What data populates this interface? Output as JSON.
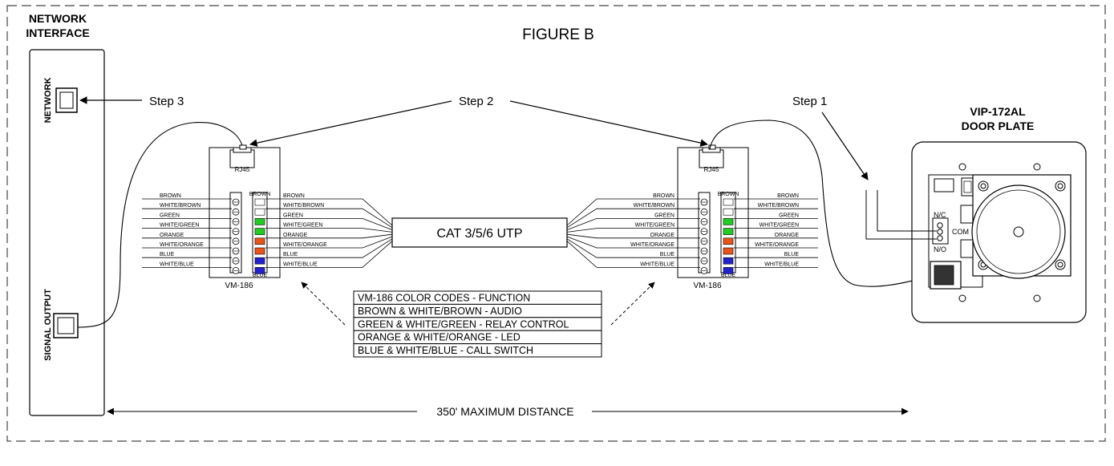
{
  "figure_title": "FIGURE B",
  "network_interface": {
    "title_line1": "NETWORK",
    "title_line2": "INTERFACE",
    "network_port_label": "NETWORK",
    "signal_port_label": "SIGNAL OUTPUT"
  },
  "steps": {
    "step1": "Step 1",
    "step2": "Step 2",
    "step3": "Step 3"
  },
  "module": {
    "name": "VM-186",
    "jack_label": "RJ45",
    "top_pin_label": "BROWN",
    "bottom_pin_label": "BLUE"
  },
  "wires": [
    "BROWN",
    "WHITE/BROWN",
    "GREEN",
    "WHITE/GREEN",
    "ORANGE",
    "WHITE/ORANGE",
    "BLUE",
    "WHITE/BLUE"
  ],
  "cable_label": "CAT 3/5/6 UTP",
  "color_codes": {
    "rows": [
      "VM-186 COLOR CODES  -  FUNCTION",
      "BROWN & WHITE/BROWN  -  AUDIO",
      "GREEN & WHITE/GREEN  - RELAY CONTROL",
      "ORANGE & WHITE/ORANGE  -  LED",
      "BLUE & WHITE/BLUE  -  CALL SWITCH"
    ]
  },
  "door_plate": {
    "title_line1": "VIP-172AL",
    "title_line2": "DOOR PLATE",
    "nc_label": "N/C",
    "com_label": "COM",
    "no_label": "N/O"
  },
  "distance_label": "350' MAXIMUM DISTANCE",
  "colors": {
    "line": "#000000",
    "green_terminal": "#22cc22",
    "orange_terminal": "#e8541c",
    "blue_terminal": "#2222cc",
    "dash_border": "#444444"
  }
}
